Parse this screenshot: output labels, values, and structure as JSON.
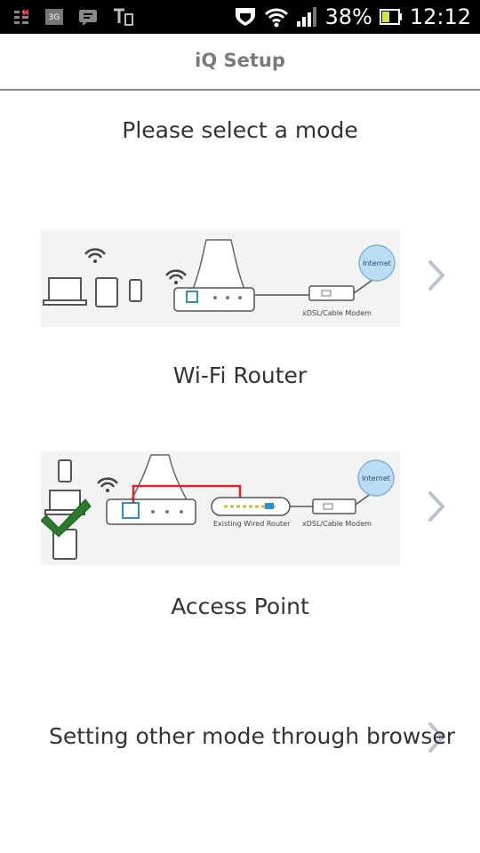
{
  "status_bar": {
    "battery_percent": "38%",
    "time": "12:12",
    "network_label": "3G"
  },
  "header": {
    "title": "iQ Setup"
  },
  "prompt": "Please select a mode",
  "modes": [
    {
      "label": "Wi-Fi Router",
      "diagram": {
        "cloud": "Internet",
        "modem": "xDSL/Cable Modem"
      }
    },
    {
      "label": "Access Point",
      "diagram": {
        "cloud": "Internet",
        "router": "Existing Wired Router",
        "modem": "xDSL/Cable Modem"
      }
    },
    {
      "label": "Setting other mode through browser"
    }
  ],
  "colors": {
    "chevron": "#b8c4d4",
    "cloud": "#bcdcf2",
    "link_red": "#d6262b",
    "highlight_blue": "#2b8fd0",
    "check_green": "#2c7a2e"
  }
}
